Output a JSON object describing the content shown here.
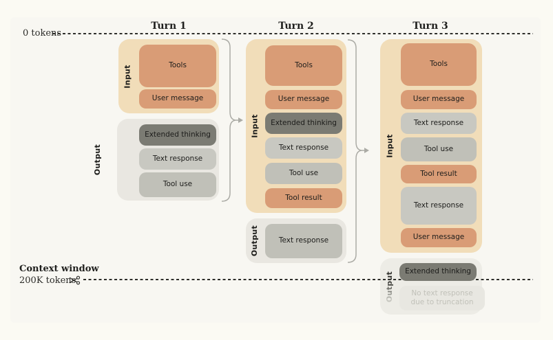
{
  "markers": {
    "zero_tokens": "0 tokens",
    "context_window_title": "Context window",
    "context_window_subtitle": "200K tokens"
  },
  "colors": {
    "background": "#FBFAF3",
    "panel": "#F8F7F2",
    "input_container": "#F1DDB9",
    "output_container": "#E9E7E1",
    "salmon_block": "#D99C76",
    "gray_block": "#C8C8C1",
    "dark_block": "#7B7B73",
    "dashed_line": "#2E2E2A",
    "bracket": "#ABABA5"
  },
  "turns": [
    {
      "title": "Turn 1",
      "input_label": "Input",
      "output_label": "Output",
      "input_blocks": [
        "Tools",
        "User message"
      ],
      "output_blocks": [
        "Extended thinking",
        "Text response",
        "Tool use"
      ]
    },
    {
      "title": "Turn 2",
      "input_label": "Input",
      "output_label": "Output",
      "input_blocks": [
        "Tools",
        "User message",
        "Extended thinking",
        "Text response",
        "Tool use",
        "Tool result"
      ],
      "output_blocks": [
        "Text response"
      ]
    },
    {
      "title": "Turn 3",
      "input_label": "Input",
      "output_label": "Output",
      "input_blocks": [
        "Tools",
        "User message",
        "Text response",
        "Tool use",
        "Tool result",
        "Text response",
        "User message"
      ],
      "output_blocks": [
        "Extended thinking",
        "No text response due to truncation"
      ]
    }
  ]
}
